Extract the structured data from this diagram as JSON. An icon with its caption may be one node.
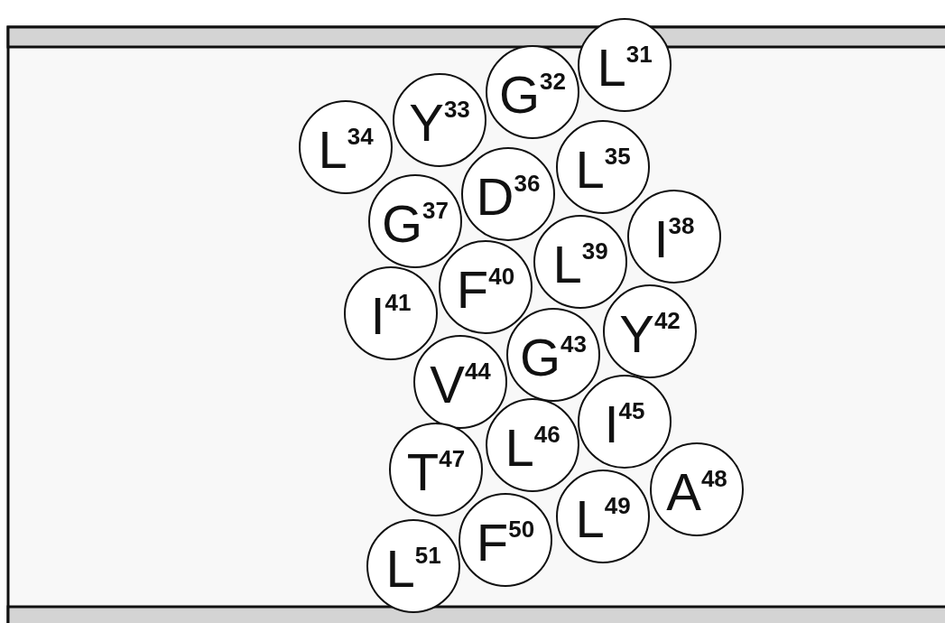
{
  "diagram": {
    "nodes": [
      {
        "text": [
          "L$^{31}$"
        ]
      },
      {
        "text": [
          "G$^{32}$"
        ]
      },
      {
        "text": [
          "Y$^{33}$"
        ]
      },
      {
        "text": [
          "L$^{34}$"
        ]
      },
      {
        "text": [
          "L$^{35}$"
        ]
      },
      {
        "text": [
          "D$^{36}$"
        ]
      },
      {
        "text": [
          "G$^{37}$"
        ]
      },
      {
        "text": [
          "I$^{38}$"
        ]
      },
      {
        "text": [
          "L$^{39}$"
        ]
      },
      {
        "text": [
          "F$^{40}$"
        ]
      },
      {
        "text": [
          "I$^{41}$"
        ]
      },
      {
        "text": [
          "Y$^{42}$"
        ]
      },
      {
        "text": [
          "G$^{43}$"
        ]
      },
      {
        "text": [
          "V$^{44}$"
        ]
      },
      {
        "text": [
          "I$^{45}$"
        ]
      },
      {
        "text": [
          "L$^{46}$"
        ]
      },
      {
        "text": [
          "T$^{47}$"
        ]
      },
      {
        "text": [
          "A$^{48}$"
        ]
      },
      {
        "text": [
          "L$^{49}$"
        ]
      },
      {
        "text": [
          "F$^{50}$"
        ]
      },
      {
        "text": [
          "L$^{51}$"
        ]
      }
    ]
  }
}
